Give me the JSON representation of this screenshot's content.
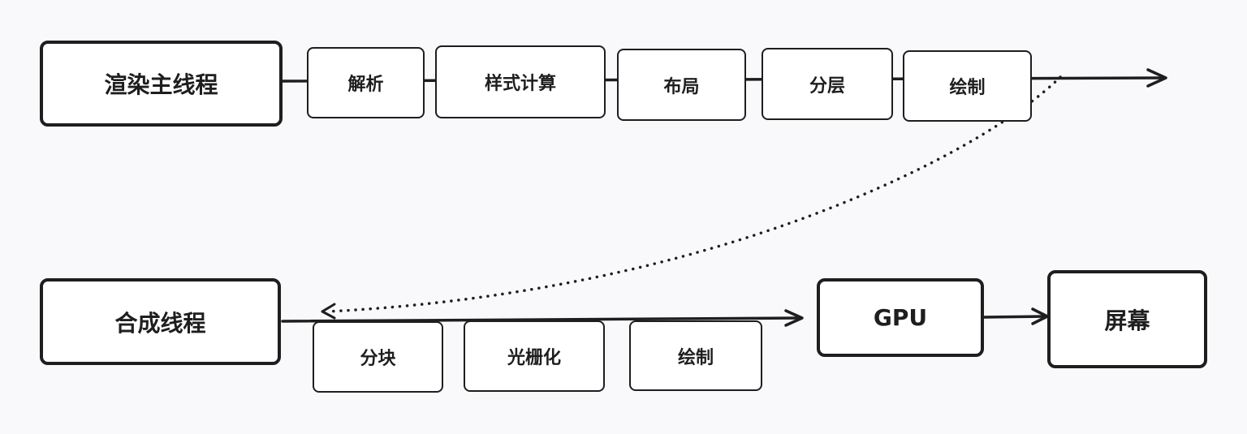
{
  "render_thread": {
    "label": "渲染主线程",
    "steps": [
      "解析",
      "样式计算",
      "布局",
      "分层",
      "绘制"
    ]
  },
  "compositor_thread": {
    "label": "合成线程",
    "steps": [
      "分块",
      "光栅化",
      "绘制"
    ]
  },
  "gpu": {
    "label": "GPU"
  },
  "screen": {
    "label": "屏幕"
  },
  "colors": {
    "stroke": "#1e1e1e",
    "box_fill": "#ffffff",
    "background": "#f9f9fb"
  }
}
